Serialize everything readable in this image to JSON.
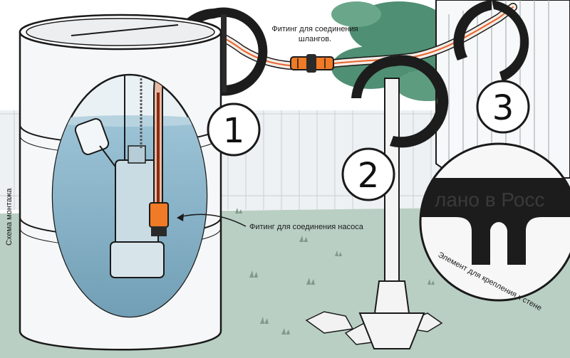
{
  "labels": {
    "vertical_caption": "Схема монтажа",
    "hose_fitting_line1": "Фитинг для соединения",
    "hose_fitting_line2": "шлангов.",
    "pump_fitting": "Фитинг для соединения насоса",
    "wall_mount_element": "Элемент для крепления к стене",
    "embossed_text": "лано в Росс"
  },
  "markers": [
    "1",
    "2",
    "3"
  ],
  "colors": {
    "sky": "#ffffff",
    "grass": "#b9cfc3",
    "fence": "#eef1f3",
    "tree": "#4f8f73",
    "water": "#86b3c8",
    "reel": "#1c1c1c",
    "hose_accent": "#e8632b",
    "fitting": "#f07a26",
    "outline": "#1a1a1a"
  }
}
